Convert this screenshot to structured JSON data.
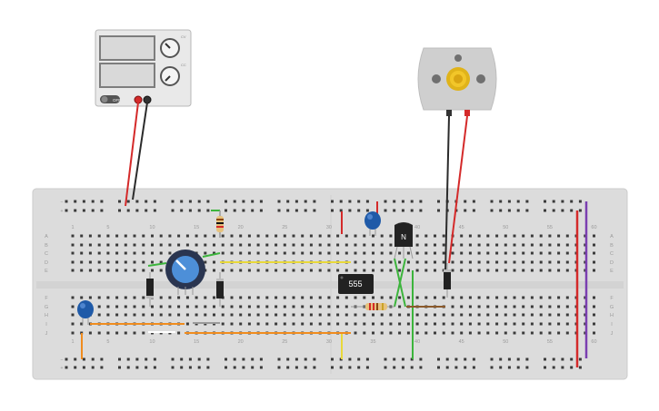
{
  "power_supply": {
    "voltage_display": "",
    "current_display": "",
    "voltage_knob_label": "CV",
    "current_knob_label": "CC",
    "switch_label": "OFF"
  },
  "breadboard": {
    "column_numbers": [
      "1",
      "5",
      "10",
      "15",
      "20",
      "25",
      "30",
      "35",
      "40",
      "45",
      "50",
      "55",
      "60"
    ],
    "row_letters_top": [
      "A",
      "B",
      "C",
      "D",
      "E"
    ],
    "row_letters_bottom": [
      "F",
      "G",
      "H",
      "I",
      "J"
    ],
    "rail_plus": "+",
    "rail_minus": "−"
  },
  "components": {
    "ic_label": "555",
    "transistor_label": "N"
  },
  "colors": {
    "wire_red": "#d42a2a",
    "wire_black": "#2b2b2b",
    "wire_yellow": "#e8d83a",
    "wire_orange": "#f08c1e",
    "wire_green": "#3cb43c",
    "wire_purple": "#7a3fb0",
    "capacitor_blue": "#1f5aa8",
    "board": "#dcdcdc"
  }
}
